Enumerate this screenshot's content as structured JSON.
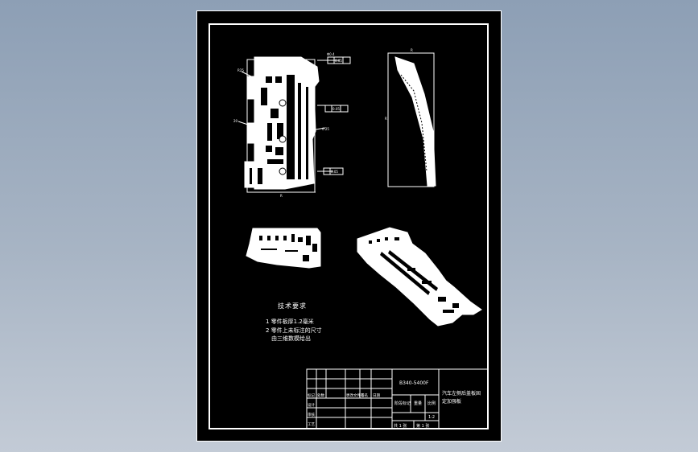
{
  "drawing": {
    "colors": {
      "sheet": "#000000",
      "lines": "#ffffff",
      "background_top": "#8d9fb5",
      "background_bottom": "#c3cbd6"
    },
    "annotations": {
      "front_tol_1": "0.05",
      "front_tol_2": "0.05",
      "front_tol_3": "0.05",
      "front_r": "R25",
      "front_phi": "Φ0.4",
      "front_dim_left": "20",
      "front_dim_right": "0.25",
      "front_bottom": "R",
      "side_top": "R",
      "side_left": "R"
    },
    "tech_requirements": {
      "title": "技术要求",
      "item1": "1 零件板厚1.2毫米",
      "item2": "2 零件上未标注的尺寸",
      "item3": "由三维数模给出"
    },
    "title_block": {
      "part_code": "B340-5400F",
      "name_line1": "汽车左侧后盖板固",
      "name_line2": "定加强板",
      "stage_label": "阶段标记",
      "weight_label": "重量",
      "scale_label": "比例",
      "sheet_total": "共 1 张",
      "sheet_no": "第 1 张",
      "scale_value": "1:2",
      "mark_label": "标记",
      "count_label": "处数",
      "doc_label": "更改文件号",
      "sign_label": "签名",
      "date_label": "日期",
      "design_label": "设计",
      "check_label": "审核",
      "process_label": "工艺"
    }
  }
}
